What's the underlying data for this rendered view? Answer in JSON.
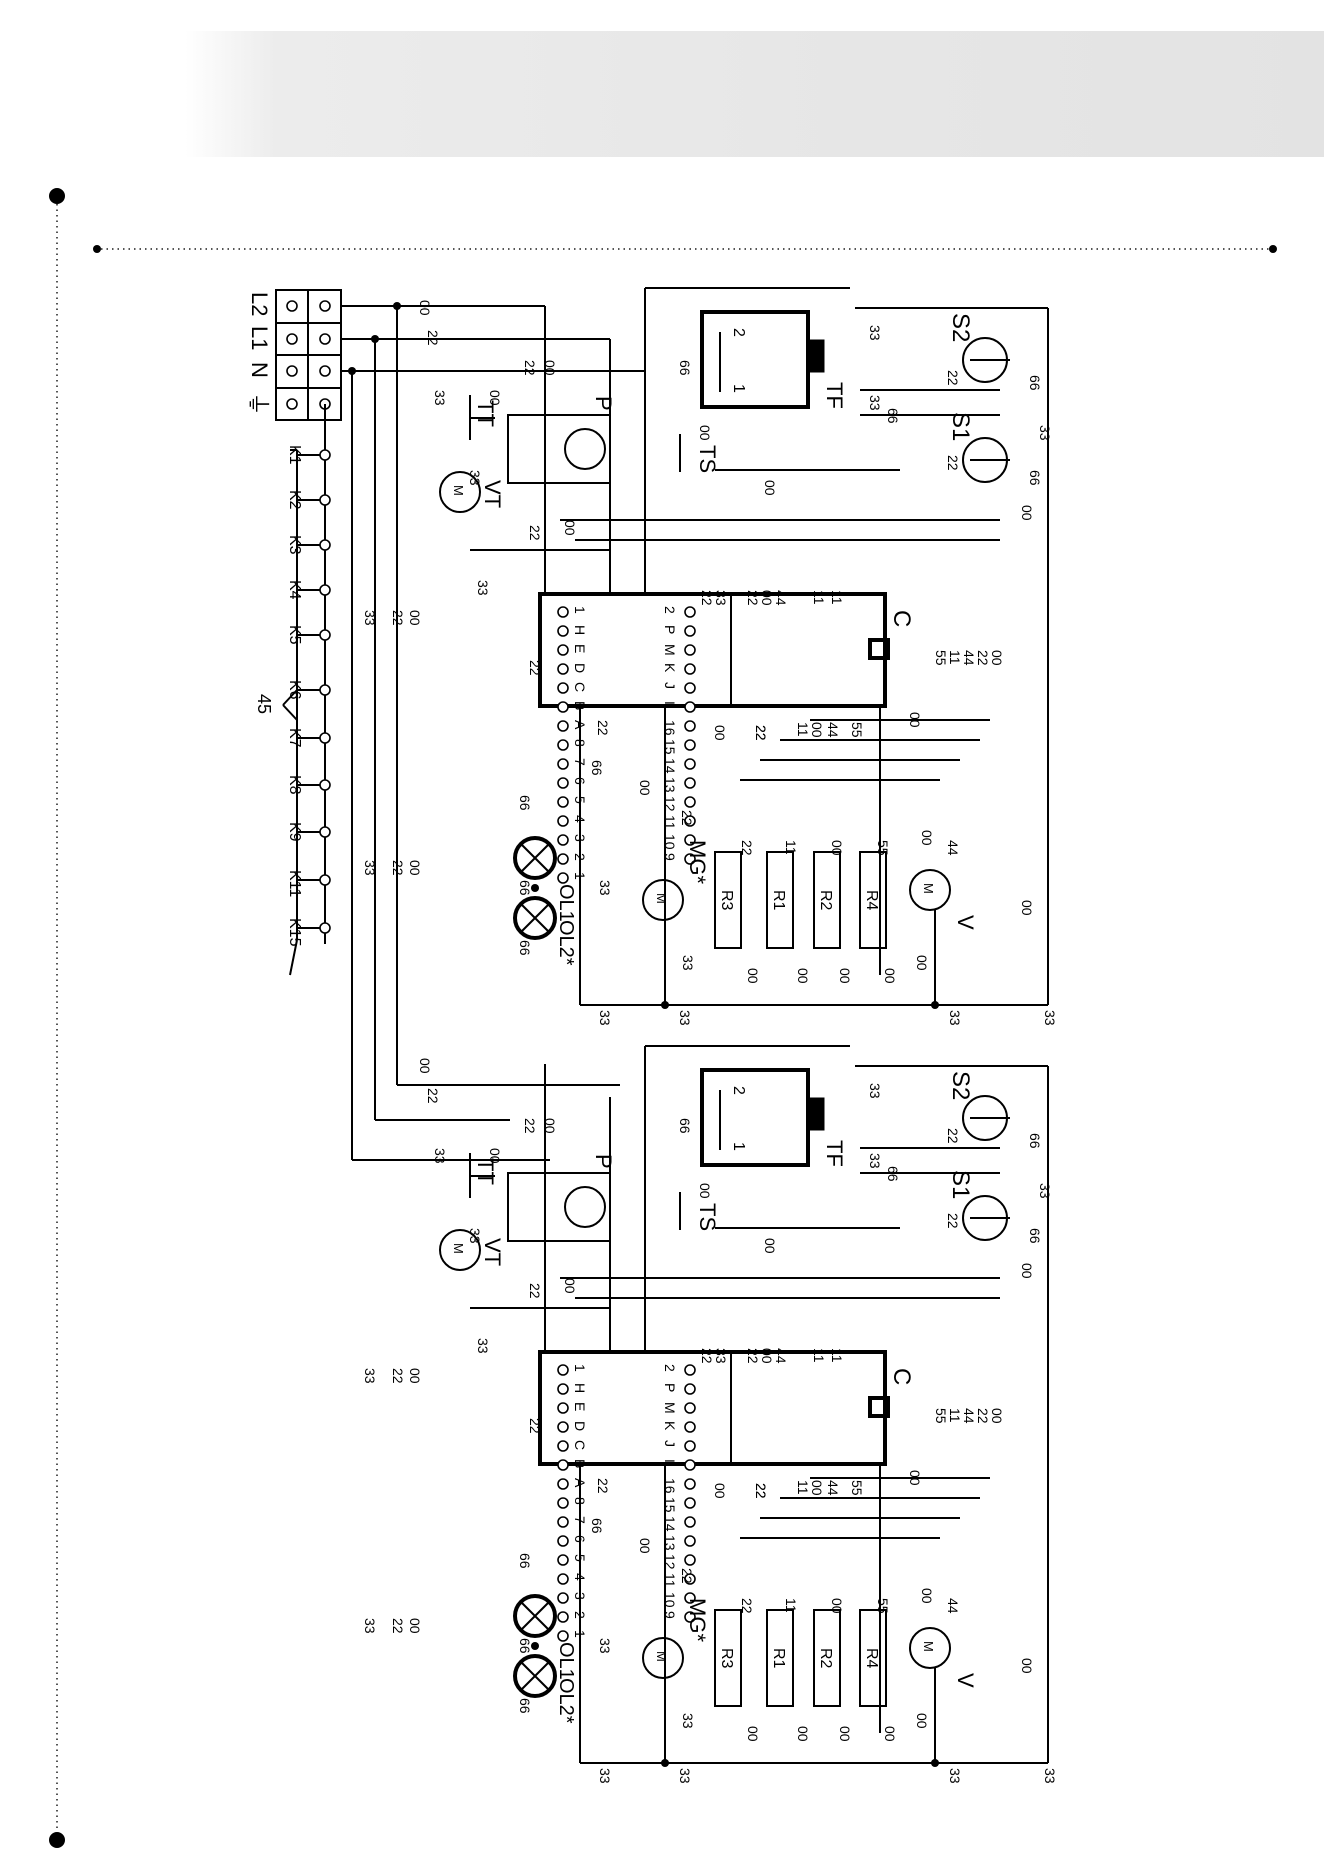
{
  "terminal_block": {
    "labels": [
      "L2",
      "L1",
      "N"
    ],
    "ground_label": "⏚"
  },
  "connector_pins": [
    "K1",
    "K2",
    "K3",
    "K4",
    "K5",
    "K6",
    "K7",
    "K8",
    "K9",
    "K11",
    "K15"
  ],
  "connector_bracket_label": "45",
  "components": {
    "motor_M": "M",
    "pressure_switch": "P",
    "temp_switch_TT": "TT",
    "fan_motor": "VT",
    "thermostat_TS": "TS",
    "timer_TF": "TF",
    "switch_S1": "S1",
    "switch_S2": "S2",
    "board": "C",
    "resistors": [
      "R3",
      "R1",
      "R2",
      "R4"
    ],
    "motor_MG": "MG*",
    "motor_V": "V",
    "lamp_1": "OL1",
    "lamp_2": "OL2*",
    "motor_symbol": "M"
  },
  "board_pins": {
    "top_row": [
      "1",
      "H",
      "E",
      "D",
      "C",
      "B",
      "A",
      "8",
      "7",
      "6",
      "5",
      "4",
      "3",
      "2",
      "1"
    ],
    "bottom_row": [
      "2",
      "P",
      "M",
      "K",
      "J",
      "I",
      "16",
      "15",
      "14",
      "13",
      "12",
      "11",
      "10",
      "9"
    ]
  },
  "timer_pins": [
    "2",
    "1"
  ],
  "wire_numbers": [
    "00",
    "11",
    "22",
    "33",
    "44",
    "55",
    "66"
  ]
}
